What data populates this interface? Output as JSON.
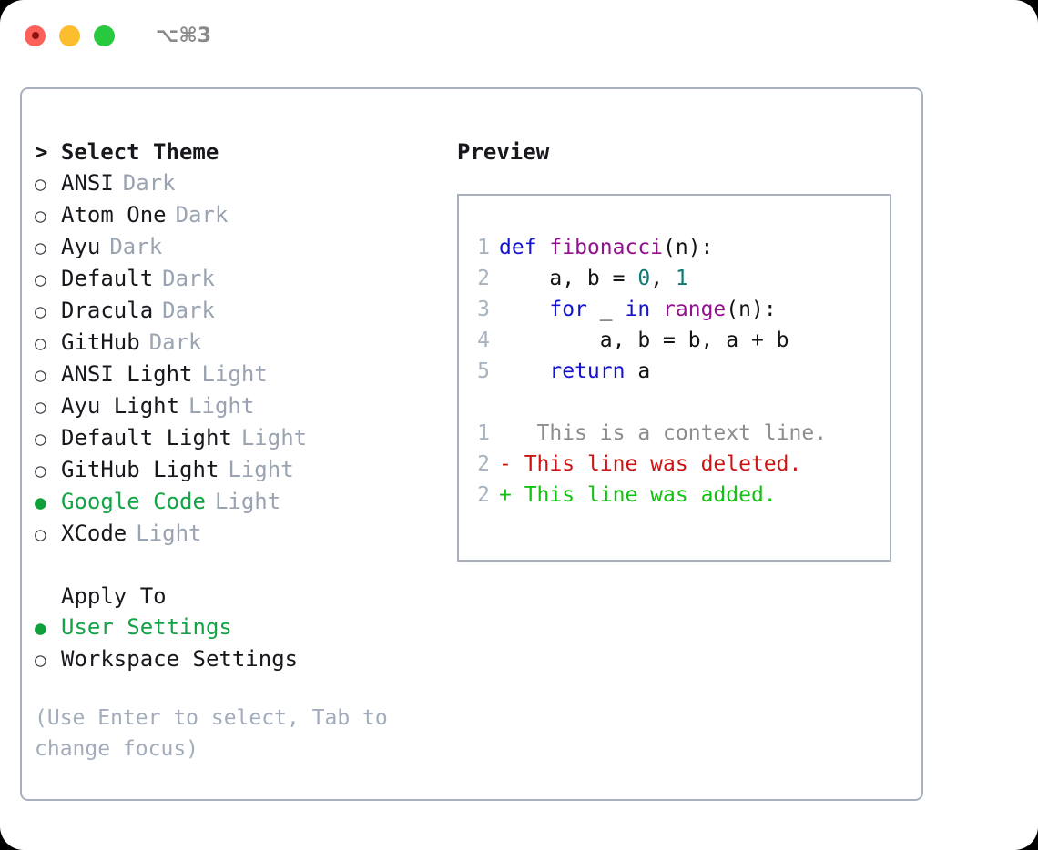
{
  "titlebar": {
    "shortcut": "⌥⌘3",
    "lights": [
      "close",
      "minimize",
      "maximize"
    ]
  },
  "theme_panel": {
    "heading": "> Select Theme",
    "items": [
      {
        "marker": "○",
        "label": "ANSI",
        "tag": "Dark",
        "selected": false
      },
      {
        "marker": "○",
        "label": "Atom One",
        "tag": "Dark",
        "selected": false
      },
      {
        "marker": "○",
        "label": "Ayu",
        "tag": "Dark",
        "selected": false
      },
      {
        "marker": "○",
        "label": "Default",
        "tag": "Dark",
        "selected": false
      },
      {
        "marker": "○",
        "label": "Dracula",
        "tag": "Dark",
        "selected": false
      },
      {
        "marker": "○",
        "label": "GitHub",
        "tag": "Dark",
        "selected": false
      },
      {
        "marker": "○",
        "label": "ANSI Light",
        "tag": "Light",
        "selected": false
      },
      {
        "marker": "○",
        "label": "Ayu Light",
        "tag": "Light",
        "selected": false
      },
      {
        "marker": "○",
        "label": "Default Light",
        "tag": "Light",
        "selected": false
      },
      {
        "marker": "○",
        "label": "GitHub Light",
        "tag": "Light",
        "selected": false
      },
      {
        "marker": "●",
        "label": "Google Code",
        "tag": "Light",
        "selected": true
      },
      {
        "marker": "○",
        "label": "XCode",
        "tag": "Light",
        "selected": false
      }
    ]
  },
  "apply_panel": {
    "heading": "Apply To",
    "items": [
      {
        "marker": "●",
        "label": "User Settings",
        "selected": true
      },
      {
        "marker": "○",
        "label": "Workspace Settings",
        "selected": false
      }
    ]
  },
  "hint": "(Use Enter to select, Tab to change focus)",
  "preview": {
    "title": "Preview",
    "code_lines": [
      {
        "num": "1",
        "segments": [
          {
            "text": "def ",
            "type": "kw"
          },
          {
            "text": "fibonacci",
            "type": "fn"
          },
          {
            "text": "(n):",
            "type": "txt"
          }
        ]
      },
      {
        "num": "2",
        "segments": [
          {
            "text": "    a, b = ",
            "type": "txt"
          },
          {
            "text": "0",
            "type": "num"
          },
          {
            "text": ", ",
            "type": "txt"
          },
          {
            "text": "1",
            "type": "num"
          }
        ]
      },
      {
        "num": "3",
        "segments": [
          {
            "text": "    ",
            "type": "txt"
          },
          {
            "text": "for",
            "type": "kw"
          },
          {
            "text": " _ ",
            "type": "txt"
          },
          {
            "text": "in",
            "type": "kw"
          },
          {
            "text": " ",
            "type": "txt"
          },
          {
            "text": "range",
            "type": "fn"
          },
          {
            "text": "(n):",
            "type": "txt"
          }
        ]
      },
      {
        "num": "4",
        "segments": [
          {
            "text": "        a, b = b, a + b",
            "type": "txt"
          }
        ]
      },
      {
        "num": "5",
        "segments": [
          {
            "text": "    ",
            "type": "txt"
          },
          {
            "text": "return",
            "type": "kw"
          },
          {
            "text": " a",
            "type": "txt"
          }
        ]
      }
    ],
    "diff_lines": [
      {
        "num": "1",
        "marker": " ",
        "text": "  This is a context line.",
        "type": "ctx"
      },
      {
        "num": "2",
        "marker": "-",
        "text": " This line was deleted.",
        "type": "del"
      },
      {
        "num": "2",
        "marker": "+",
        "text": " This line was added.",
        "type": "add"
      }
    ]
  },
  "colors": {
    "accent_green": "#12a445",
    "border": "#a8b0bd",
    "muted": "#9aa3b2",
    "hint": "#a3acbb",
    "keyword": "#1414cc",
    "function": "#93118f",
    "number": "#0f7a72",
    "text": "#141414",
    "context": "#8c8c8c",
    "deleted": "#cc1414",
    "added": "#12c112",
    "light_close": "#fb6158",
    "light_min": "#fcbe2f",
    "light_max": "#28c83f"
  }
}
